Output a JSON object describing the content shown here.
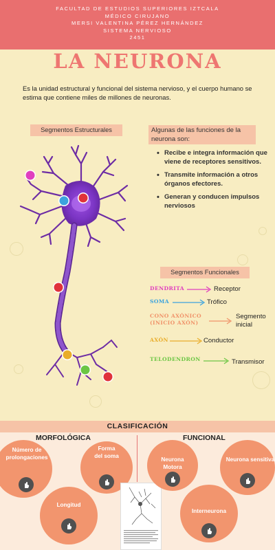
{
  "header": {
    "lines": [
      "FACULTAD DE ESTUDIOS SUPERIORES IZTCALA",
      "MÉDICO CIRUJANO",
      "MERSI VALENTINA PÉREZ HERNÁNDEZ",
      "SISTEMA NERVIOSO",
      "2451"
    ]
  },
  "title": "LA NEURONA",
  "intro": "Es la unidad estructural y funcional del sistema nervioso, y el cuerpo humano se estima que contiene miles de millones de neuronas.",
  "structural": {
    "label": "Segmentos Estructurales"
  },
  "functions": {
    "title": "Algunas de las funciones de la neurona son:",
    "items": [
      "Recibe e integra información que viene de receptores sensitivos.",
      "Transmite información a otros órganos efectores.",
      "Generan y conducen impulsos nerviosos"
    ]
  },
  "functional_segments": {
    "label": "Segmentos Funcionales",
    "rows": [
      {
        "name": "DENDRITA",
        "value": "Receptor",
        "color": "#e03fbf"
      },
      {
        "name": "SOMA",
        "value": "Trófico",
        "color": "#3ba3de"
      },
      {
        "name": "CONO AXÓNICO",
        "name2": "(INICIO AXÓN)",
        "value": "Segmento",
        "value2": "inicial",
        "color": "#f0936a"
      },
      {
        "name": "AXÓN",
        "value": "Conductor",
        "color": "#e9ad2a"
      },
      {
        "name": "TELODENDRON",
        "value": "Transmisor",
        "color": "#6cc644"
      }
    ]
  },
  "classification": {
    "title": "CLASIFICACIÓN",
    "morphological": {
      "label": "MORFOLÓGICA",
      "items": [
        "Número de prolongaciones",
        "Forma del soma",
        "Longitud"
      ]
    },
    "functional": {
      "label": "FUNCIONAL",
      "items": [
        "Neurona Motora",
        "Neurona sensitiva",
        "Interneurona"
      ]
    }
  },
  "colors": {
    "header": "#e96f6f",
    "background": "#f8edc2",
    "accent": "#f6c3a7",
    "circle": "#f2956e",
    "neuron": "#7a3bb0"
  },
  "icons": [
    "hand-pointer-icon"
  ]
}
